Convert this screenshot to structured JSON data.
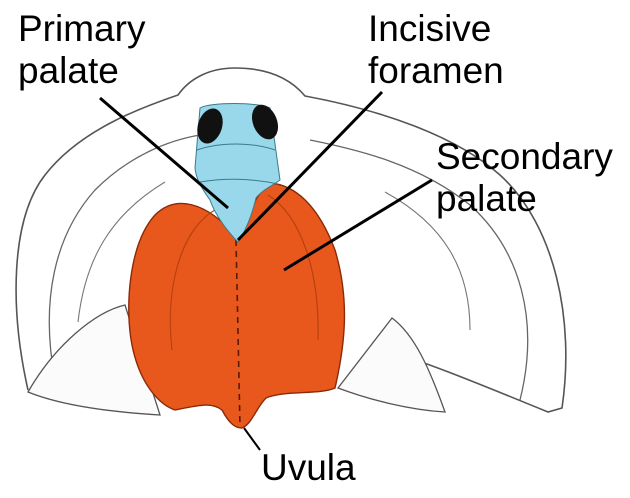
{
  "labels": {
    "primary_palate": [
      "Primary",
      "palate"
    ],
    "incisive_foramen": [
      "Incisive",
      "foramen"
    ],
    "secondary_palate": [
      "Secondary",
      "palate"
    ],
    "uvula": "Uvula"
  },
  "colors": {
    "primary_palate_fill": "#98d8ea",
    "secondary_palate_fill": "#e8581c",
    "outline": "#333333",
    "label_text": "#000000"
  }
}
